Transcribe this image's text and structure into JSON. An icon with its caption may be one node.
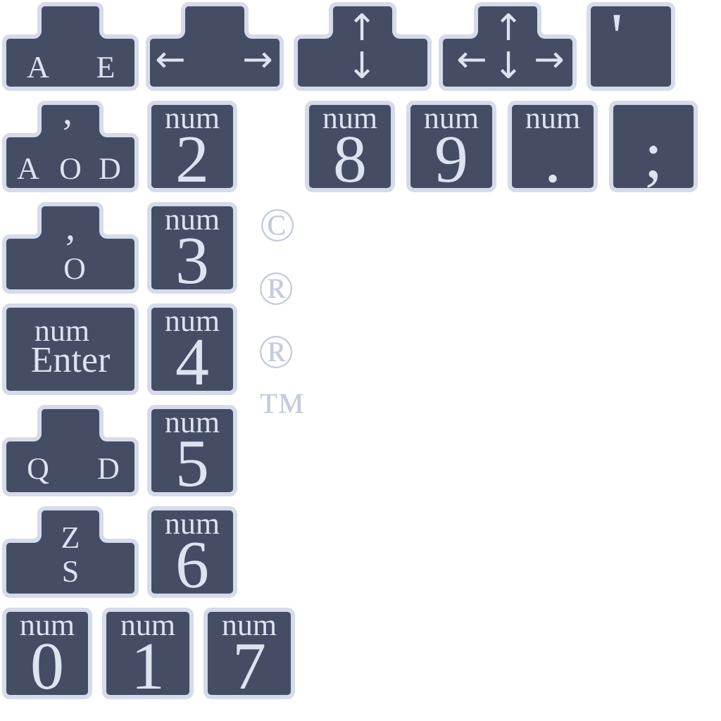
{
  "diagram": {
    "nodes": [
      {
        "text": [
          "A",
          "E"
        ]
      },
      {
        "text": [
          "←",
          "→"
        ]
      },
      {
        "text": [
          "↑",
          "↓"
        ]
      },
      {
        "text": [
          "↑",
          "←",
          "↓",
          "→"
        ]
      },
      {
        "text": [
          "'"
        ]
      },
      {
        "text": [
          ",",
          "A",
          "O",
          "D"
        ]
      },
      {
        "text": [
          "num",
          "2"
        ]
      },
      {
        "text": [
          "num",
          "8"
        ]
      },
      {
        "text": [
          "num",
          "9"
        ]
      },
      {
        "text": [
          "num",
          "."
        ]
      },
      {
        "text": [
          ";"
        ]
      },
      {
        "text": [
          ",",
          "O"
        ]
      },
      {
        "text": [
          "num",
          "3"
        ]
      },
      {
        "text": [
          "num",
          "Enter"
        ]
      },
      {
        "text": [
          "num",
          "4"
        ]
      },
      {
        "text": [
          "Q",
          "D"
        ]
      },
      {
        "text": [
          "num",
          "5"
        ]
      },
      {
        "text": [
          "Z",
          "S"
        ]
      },
      {
        "text": [
          "num",
          "6"
        ]
      },
      {
        "text": [
          "num",
          "0"
        ]
      },
      {
        "text": [
          "num",
          "1"
        ]
      },
      {
        "text": [
          "num",
          "7"
        ]
      }
    ],
    "labels": [
      "©",
      "®",
      "®",
      "™"
    ]
  }
}
